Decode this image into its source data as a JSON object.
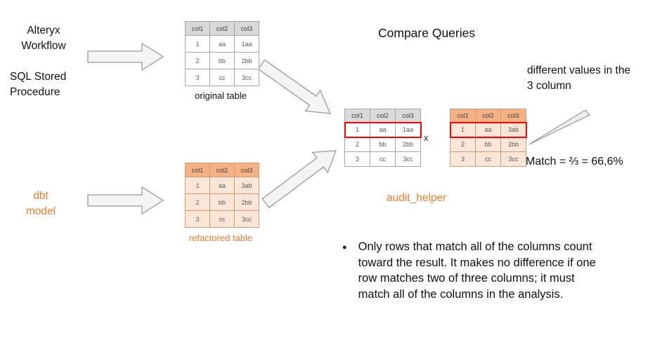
{
  "colors": {
    "accent": "#ED7D31",
    "highlight": "#FF0000",
    "header_gray": "#D9D9D9",
    "header_orange": "#F4B183",
    "cell_orange": "#FBE5D6"
  },
  "title": "Compare Queries",
  "left_column": {
    "alteryx_label": "Alteryx\nWorkflow",
    "sql_label": "SQL Stored\nProcedure",
    "dbt_label": "dbt\nmodel"
  },
  "tables": {
    "original": {
      "headers": [
        "col1",
        "col2",
        "col3"
      ],
      "rows": [
        [
          "1",
          "aa",
          "1aa"
        ],
        [
          "2",
          "bb",
          "2bb"
        ],
        [
          "3",
          "cc",
          "3cc"
        ]
      ],
      "caption": "original table"
    },
    "refactored": {
      "headers": [
        "col1",
        "col2",
        "col3"
      ],
      "rows": [
        [
          "1",
          "aa",
          "3ab"
        ],
        [
          "2",
          "bb",
          "2bb"
        ],
        [
          "3",
          "cc",
          "3cc"
        ]
      ],
      "caption": "refactored table"
    },
    "compare_left": {
      "headers": [
        "col1",
        "col2",
        "col3"
      ],
      "rows": [
        [
          "1",
          "aa",
          "1aa"
        ],
        [
          "2",
          "bb",
          "2bb"
        ],
        [
          "3",
          "cc",
          "3cc"
        ]
      ],
      "highlight_row": 0
    },
    "compare_right": {
      "headers": [
        "col1",
        "col2",
        "col3"
      ],
      "rows": [
        [
          "1",
          "aa",
          "3ab"
        ],
        [
          "2",
          "bb",
          "2bb"
        ],
        [
          "3",
          "cc",
          "3cc"
        ]
      ],
      "highlight_row": 0
    }
  },
  "comparison": {
    "multiply_label": "x",
    "tool_label": "audit_helper",
    "match_label": "Match = ⅔ = 66,6%",
    "different_values_note": "different values in the\n3 column"
  },
  "notes": {
    "bullet": "●",
    "text": "Only rows that match all of the columns count toward the result. It makes no difference if one row matches two of three columns; it must match all of the columns in the analysis."
  }
}
